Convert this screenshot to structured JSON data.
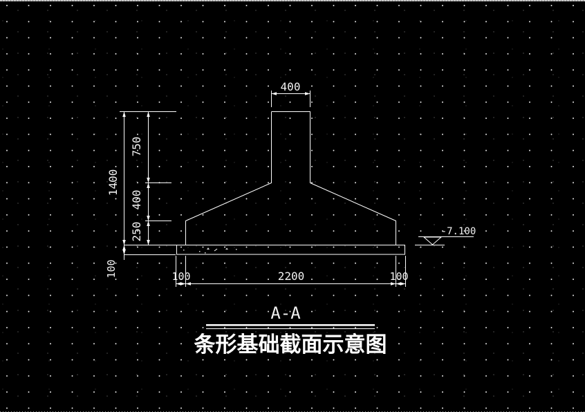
{
  "drawing": {
    "section_label": "A-A",
    "title": "条形基础截面示意图",
    "elevation": {
      "value": "-7.100"
    },
    "dims": {
      "top_width": "400",
      "total_height": "1400",
      "stem_height": "750",
      "slope_height": "400",
      "edge_height": "250",
      "bedding_thickness": "100",
      "left_overhang": "100",
      "footing_width": "2200",
      "right_overhang": "100"
    },
    "colors": {
      "background": "#000000",
      "line": "#ffffff",
      "grid_dot": "#ffffff"
    }
  }
}
